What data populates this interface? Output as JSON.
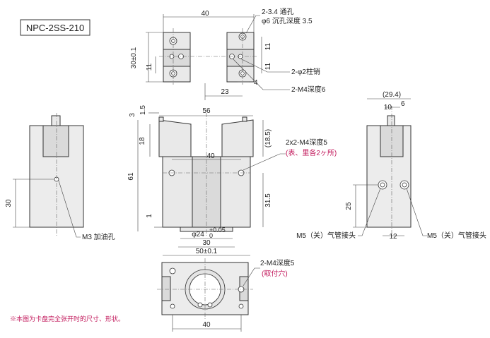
{
  "title": "NPC-2SS-210",
  "note": "※本图为卡盘完全张开时的尺寸、形状。",
  "labels": {
    "top_40": "40",
    "hole_a": "2-3.4 通孔",
    "hole_b": "φ6 沉孔深度 3.5",
    "top_11a": "11",
    "top_11b": "11",
    "top_30": "30±0.1",
    "top_11c": "11",
    "pin": "2-φ2柱销",
    "top_4": "4",
    "m4_6": "2-M4深度6",
    "top_23": "23",
    "left_30": "30",
    "m3": "M3 加油孔",
    "d3": "3",
    "d15": "1.5",
    "d56": "56",
    "d18": "18",
    "d185": "(18.5)",
    "m4x5": "2x2-M4深度5",
    "m4x5_note": "(表、里各2ヶ所)",
    "d40": "40",
    "d61": "61",
    "d315": "31.5",
    "d1": "1",
    "d24": "φ24",
    "d24_up": "+0.05",
    "d24_lo": "0",
    "d30b": "30",
    "d50": "50±0.1",
    "r294": "(29.4)",
    "r10": "10",
    "r6": "6",
    "r25": "25",
    "r12": "12",
    "m5_left": "M5（关）气管接头",
    "m5_right": "M5（关）气管接头",
    "m4_5": "2-M4深度5",
    "m4_5_note": "(取付穴)",
    "bot_40": "40"
  }
}
